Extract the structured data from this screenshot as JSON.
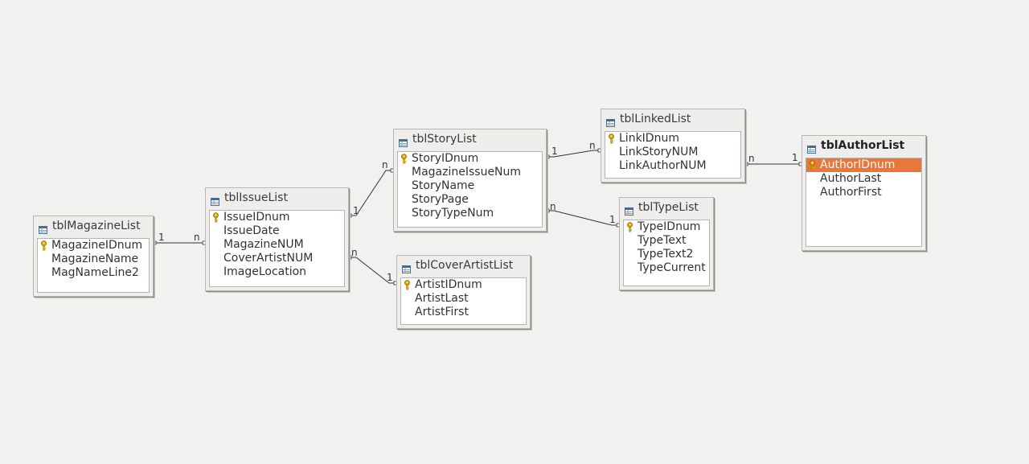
{
  "tables": [
    {
      "id": "magazine",
      "title": "tblMagazineList",
      "fields": [
        {
          "name": "MagazineIDnum",
          "key": true
        },
        {
          "name": "MagazineName"
        },
        {
          "name": "MagNameLine2"
        }
      ]
    },
    {
      "id": "issue",
      "title": "tblIssueList",
      "fields": [
        {
          "name": "IssueIDnum",
          "key": true
        },
        {
          "name": "IssueDate"
        },
        {
          "name": "MagazineNUM"
        },
        {
          "name": "CoverArtistNUM"
        },
        {
          "name": "ImageLocation"
        }
      ]
    },
    {
      "id": "story",
      "title": "tblStoryList",
      "fields": [
        {
          "name": "StoryIDnum",
          "key": true
        },
        {
          "name": "MagazineIssueNum"
        },
        {
          "name": "StoryName"
        },
        {
          "name": "StoryPage"
        },
        {
          "name": "StoryTypeNum"
        }
      ]
    },
    {
      "id": "coverartist",
      "title": "tblCoverArtistList",
      "fields": [
        {
          "name": "ArtistIDnum",
          "key": true
        },
        {
          "name": "ArtistLast"
        },
        {
          "name": "ArtistFirst"
        }
      ]
    },
    {
      "id": "linked",
      "title": "tblLinkedList",
      "fields": [
        {
          "name": "LinkIDnum",
          "key": true
        },
        {
          "name": "LinkStoryNUM"
        },
        {
          "name": "LinkAuthorNUM"
        }
      ]
    },
    {
      "id": "type",
      "title": "tblTypeList",
      "fields": [
        {
          "name": "TypeIDnum",
          "key": true
        },
        {
          "name": "TypeText"
        },
        {
          "name": "TypeText2"
        },
        {
          "name": "TypeCurrent"
        }
      ]
    },
    {
      "id": "author",
      "title": "tblAuthorList",
      "active": true,
      "fields": [
        {
          "name": "AuthorIDnum",
          "key": true,
          "selected": true
        },
        {
          "name": "AuthorLast"
        },
        {
          "name": "AuthorFirst"
        }
      ]
    }
  ],
  "relations": [
    {
      "from": "magazine",
      "to": "issue",
      "from_card": "1",
      "to_card": "n"
    },
    {
      "from": "issue",
      "to": "story",
      "from_card": "1",
      "to_card": "n"
    },
    {
      "from": "issue",
      "to": "coverartist",
      "from_card": "n",
      "to_card": "1"
    },
    {
      "from": "story",
      "to": "linked",
      "from_card": "1",
      "to_card": "n"
    },
    {
      "from": "story",
      "to": "type",
      "from_card": "n",
      "to_card": "1"
    },
    {
      "from": "linked",
      "to": "author",
      "from_card": "n",
      "to_card": "1"
    }
  ],
  "colors": {
    "selection": "#e9773c",
    "background": "#f2f1f0",
    "key": "#e0a800"
  },
  "icons": {
    "table": "table-icon",
    "key": "primary-key-icon"
  }
}
